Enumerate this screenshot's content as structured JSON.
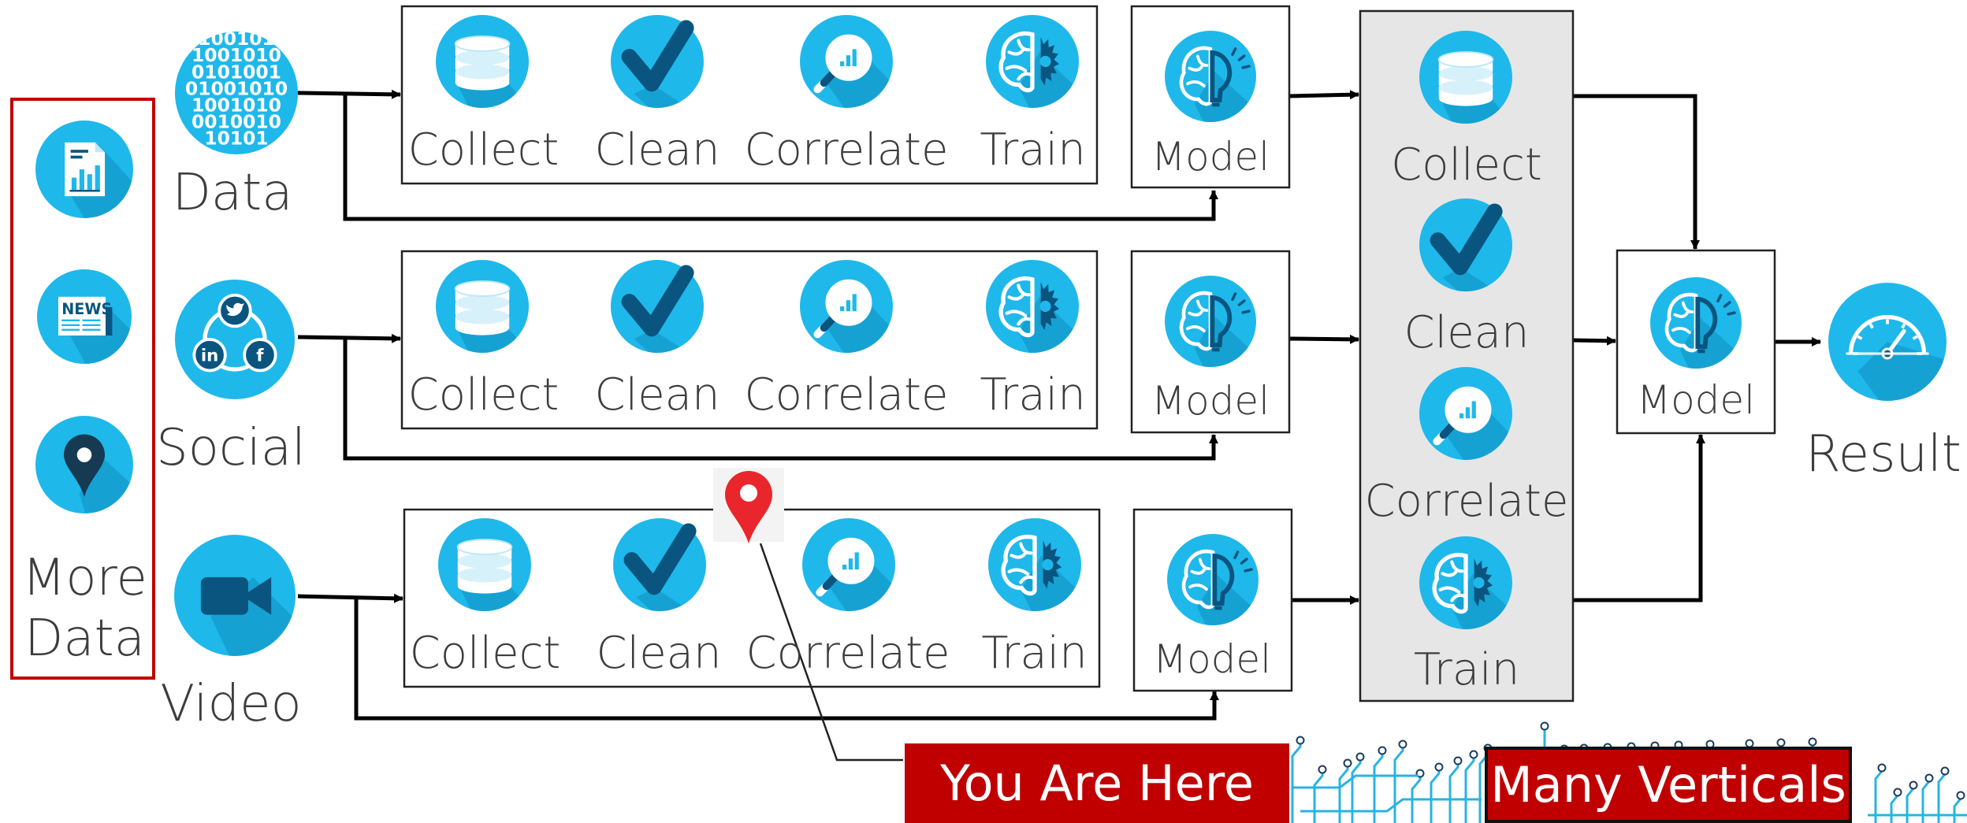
{
  "sources": {
    "more_data": "More\nData",
    "data": "Data",
    "social": "Social",
    "video": "Video"
  },
  "binary_glyphs": "100101\n1001010\n0101001\n01001010\n1001010\n0010010\n10101",
  "social_icons": {
    "twitter": "twitter-bird",
    "linkedin": "in",
    "facebook": "f"
  },
  "news_badge": "NEWS",
  "pipelines": [
    {
      "steps": [
        "Collect",
        "Clean",
        "Correlate",
        "Train"
      ],
      "model": "Model"
    },
    {
      "steps": [
        "Collect",
        "Clean",
        "Correlate",
        "Train"
      ],
      "model": "Model"
    },
    {
      "steps": [
        "Collect",
        "Clean",
        "Correlate",
        "Train"
      ],
      "model": "Model"
    }
  ],
  "aggregate": {
    "steps": [
      "Collect",
      "Clean",
      "Correlate",
      "Train"
    ]
  },
  "final_model": "Model",
  "result": "Result",
  "callouts": {
    "you_are_here": "You Are Here",
    "many_verticals": "Many Verticals"
  },
  "colors": {
    "icon_blue": "#1fb8ea",
    "icon_dark": "#0a5580",
    "frame_red": "#c00000",
    "agg_fill": "#e6e6e6",
    "pin_red": "#e8262b",
    "circuit": "#28b4e0"
  }
}
